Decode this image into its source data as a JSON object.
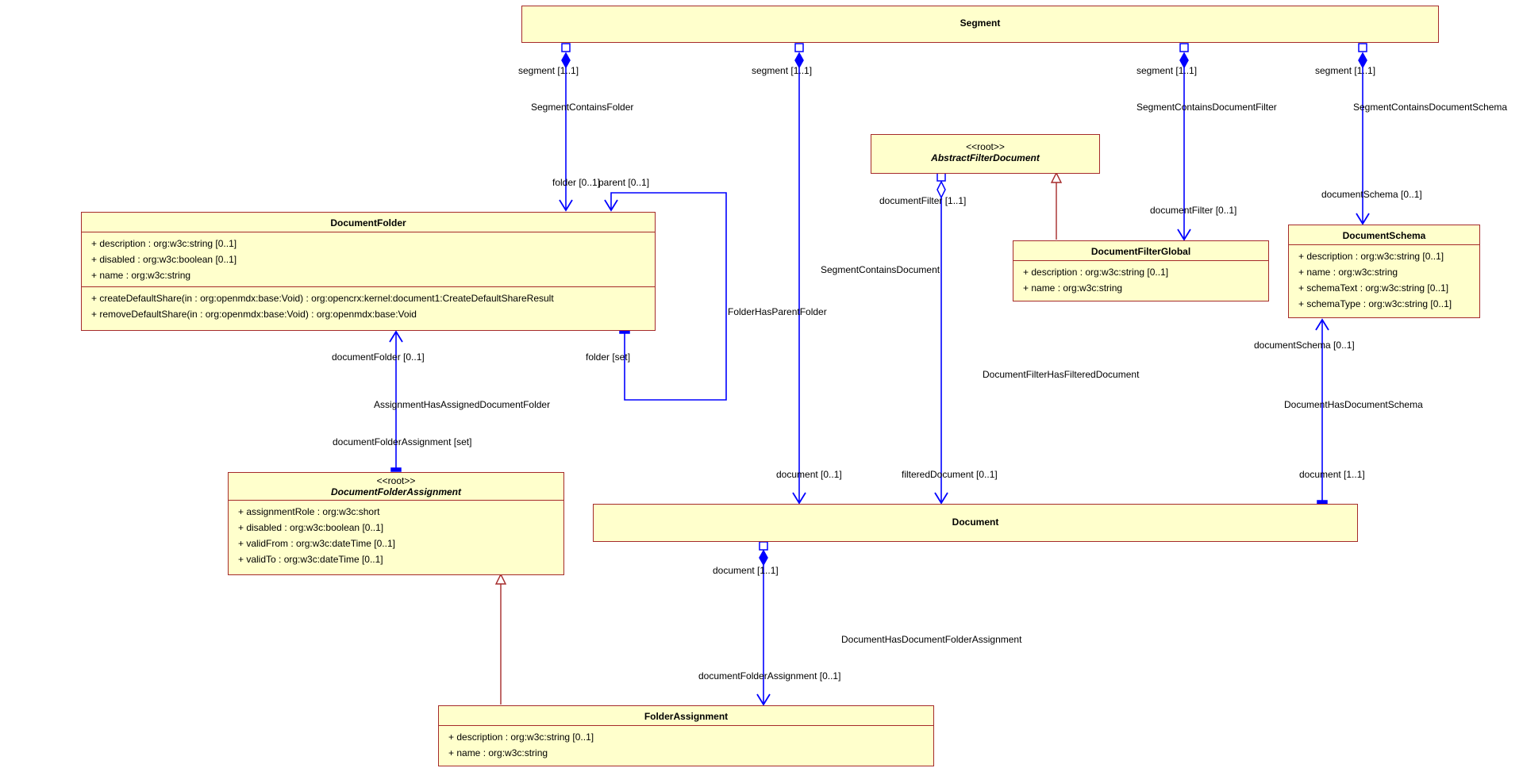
{
  "classes": {
    "segment": {
      "name": "Segment"
    },
    "documentFolder": {
      "name": "DocumentFolder",
      "attributes": [
        "+ description : org:w3c:string [0..1]",
        "+ disabled : org:w3c:boolean [0..1]",
        "+ name : org:w3c:string"
      ],
      "operations": [
        "+ createDefaultShare(in : org:openmdx:base:Void) : org:opencrx:kernel:document1:CreateDefaultShareResult",
        "+ removeDefaultShare(in : org:openmdx:base:Void) : org:openmdx:base:Void"
      ]
    },
    "abstractFilterDocument": {
      "stereotype": "<<root>>",
      "name": "AbstractFilterDocument"
    },
    "documentFilterGlobal": {
      "name": "DocumentFilterGlobal",
      "attributes": [
        "+ description : org:w3c:string [0..1]",
        "+ name : org:w3c:string"
      ]
    },
    "documentSchema": {
      "name": "DocumentSchema",
      "attributes": [
        "+ description : org:w3c:string [0..1]",
        "+ name : org:w3c:string",
        "+ schemaText : org:w3c:string [0..1]",
        "+ schemaType : org:w3c:string [0..1]"
      ]
    },
    "documentFolderAssignment": {
      "stereotype": "<<root>>",
      "name": "DocumentFolderAssignment",
      "attributes": [
        "+ assignmentRole : org:w3c:short",
        "+ disabled : org:w3c:boolean [0..1]",
        "+ validFrom : org:w3c:dateTime [0..1]",
        "+ validTo : org:w3c:dateTime [0..1]"
      ]
    },
    "document": {
      "name": "Document"
    },
    "folderAssignment": {
      "name": "FolderAssignment",
      "attributes": [
        "+ description : org:w3c:string [0..1]",
        "+ name : org:w3c:string"
      ]
    }
  },
  "labels": {
    "seg1": "segment [1..1]",
    "seg2": "segment [1..1]",
    "seg3": "segment [1..1]",
    "seg4": "segment [1..1]",
    "segmentContainsFolder": "SegmentContainsFolder",
    "segmentContainsDocumentFilter": "SegmentContainsDocumentFilter",
    "segmentContainsDocumentSchema": "SegmentContainsDocumentSchema",
    "segmentContainsDocument": "SegmentContainsDocument",
    "folder01": "folder [0..1]",
    "parent01": "parent [0..1]",
    "folderHasParentFolder": "FolderHasParentFolder",
    "folderSet": "folder [set]",
    "documentFilter11": "documentFilter [1..1]",
    "documentFilter01": "documentFilter [0..1]",
    "documentSchema01top": "documentSchema [0..1]",
    "documentSchema01": "documentSchema [0..1]",
    "documentFilterHasFilteredDocument": "DocumentFilterHasFilteredDocument",
    "documentHasDocumentSchema": "DocumentHasDocumentSchema",
    "documentFolder01": "documentFolder [0..1]",
    "assignmentHasAssignedDocumentFolder": "AssignmentHasAssignedDocumentFolder",
    "documentFolderAssignmentSet": "documentFolderAssignment [set]",
    "document01": "document [0..1]",
    "filteredDocument01": "filteredDocument [0..1]",
    "document11right": "document [1..1]",
    "document11": "document [1..1]",
    "documentHasDocumentFolderAssignment": "DocumentHasDocumentFolderAssignment",
    "documentFolderAssignment01": "documentFolderAssignment [0..1]"
  }
}
